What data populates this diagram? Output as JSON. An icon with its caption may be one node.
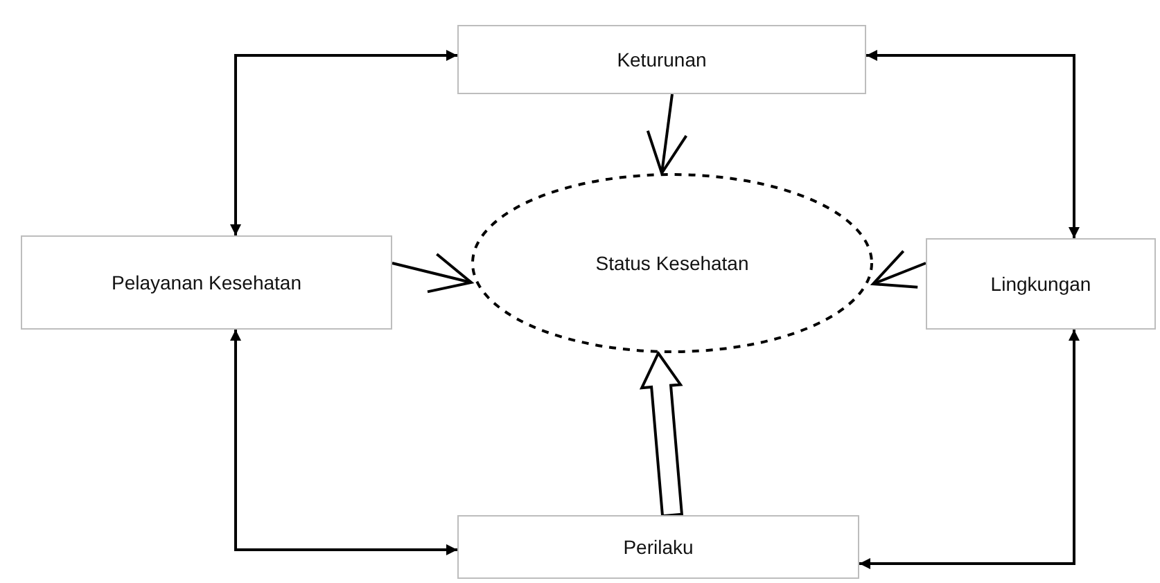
{
  "diagram": {
    "nodes": [
      {
        "text": [
          "Keturunan"
        ]
      },
      {
        "text": [
          "Pelayanan Kesehatan"
        ]
      },
      {
        "text": [
          "Status Kesehatan"
        ]
      },
      {
        "text": [
          "Lingkungan"
        ]
      },
      {
        "text": [
          "Perilaku"
        ]
      }
    ],
    "edges": [
      {
        "from": 0,
        "to": 2,
        "arrow": "to"
      },
      {
        "from": 1,
        "to": 2,
        "arrow": "to"
      },
      {
        "from": 3,
        "to": 2,
        "arrow": "to"
      },
      {
        "from": 4,
        "to": 2,
        "arrow": "to",
        "style": "thick"
      },
      {
        "from": 0,
        "to": 1,
        "arrow": "both"
      },
      {
        "from": 0,
        "to": 3,
        "arrow": "both"
      },
      {
        "from": 1,
        "to": 4,
        "arrow": "both"
      },
      {
        "from": 4,
        "to": 3,
        "arrow": "both"
      }
    ]
  }
}
